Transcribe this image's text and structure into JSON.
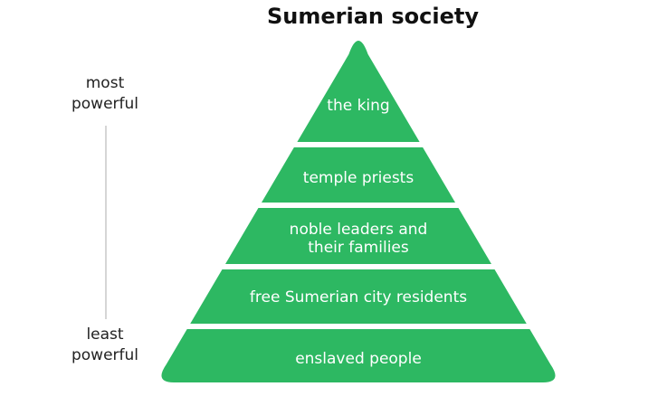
{
  "title": "Sumerian society",
  "scale": {
    "top_label": [
      "most",
      "powerful"
    ],
    "bottom_label": [
      "least",
      "powerful"
    ]
  },
  "colors": {
    "tier_fill": "#2db862",
    "text_on_tier": "#ffffff",
    "scale_line": "#d6d6d6"
  },
  "tiers": [
    {
      "lines": [
        "the king"
      ]
    },
    {
      "lines": [
        "temple priests"
      ]
    },
    {
      "lines": [
        "noble leaders and",
        "their families"
      ]
    },
    {
      "lines": [
        "free Sumerian city residents"
      ]
    },
    {
      "lines": [
        "enslaved people"
      ]
    }
  ]
}
